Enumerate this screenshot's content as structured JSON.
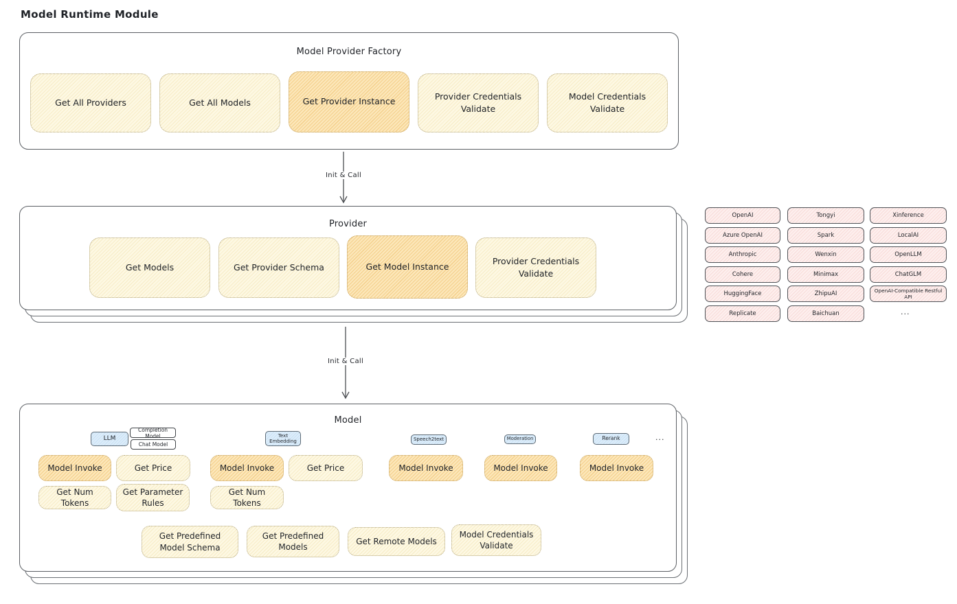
{
  "title": "Model Runtime Module",
  "factory": {
    "title": "Model Provider Factory",
    "boxes": [
      "Get All Providers",
      "Get All Models",
      "Get Provider Instance",
      "Provider Credentials Validate",
      "Model Credentials Validate"
    ]
  },
  "arrows": {
    "arrow1_label": "Init & Call",
    "arrow2_label": "Init & Call"
  },
  "provider": {
    "title": "Provider",
    "boxes": [
      "Get Models",
      "Get Provider Schema",
      "Get Model Instance",
      "Provider Credentials Validate"
    ]
  },
  "providers_grid": {
    "col1": [
      "OpenAI",
      "Azure OpenAI",
      "Anthropic",
      "Cohere",
      "HuggingFace",
      "Replicate"
    ],
    "col2": [
      "Tongyi",
      "Spark",
      "Wenxin",
      "Minimax",
      "ZhipuAI",
      "Baichuan"
    ],
    "col3": [
      "Xinference",
      "LocalAI",
      "OpenLLM",
      "ChatGLM",
      "OpenAI-Compatible Restful API"
    ],
    "more": "..."
  },
  "model": {
    "title": "Model",
    "tags": {
      "llm": "LLM",
      "completion": "Completion Model",
      "chat": "Chat Model",
      "text_embedding": "Text Embedding",
      "speech2text": "Speech2text",
      "moderation": "Moderation",
      "rerank": "Rerank",
      "more": "..."
    },
    "functions": {
      "row1": [
        "Model Invoke",
        "Get Price",
        "Model Invoke",
        "Get Price",
        "Model Invoke",
        "Model Invoke",
        "Model Invoke"
      ],
      "row2": [
        "Get Num Tokens",
        "Get Parameter Rules",
        "Get Num Tokens"
      ],
      "row3": [
        "Get Predefined Model Schema",
        "Get Predefined Models",
        "Get Remote Models",
        "Model Credentials Validate"
      ]
    }
  },
  "colors": {
    "stroke": "#55585c",
    "light_yellow_fill": "#fdf7e0",
    "highlight_orange_fill": "#f8dfa4",
    "pink_fill": "#fcebea",
    "blue_tag_fill": "#d9eaf9"
  }
}
